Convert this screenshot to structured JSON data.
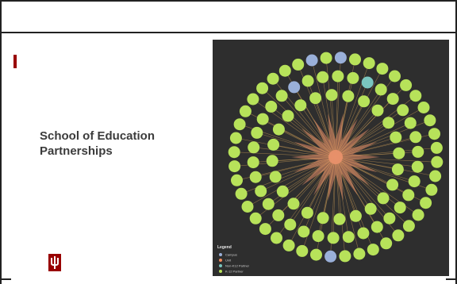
{
  "slide": {
    "title": "School of Education Partnerships"
  },
  "network_image": {
    "legend": {
      "title": "Legend",
      "items": [
        {
          "label": "Campus",
          "color": "#9ab0d9"
        },
        {
          "label": "Unit",
          "color": "#f08a5d"
        },
        {
          "label": "Non-K12 Partner",
          "color": "#7ac6bf"
        },
        {
          "label": "K-12 Partner",
          "color": "#b7e25a"
        }
      ]
    },
    "colors": {
      "background": "#2e2e2e",
      "k12_node": "#b7e25a",
      "campus_node": "#9ab0d9",
      "non_k12_node": "#7ac6bf",
      "hub_fill": "#e8906a",
      "edge": "#c79a55"
    }
  },
  "colors": {
    "accent": "#990000",
    "title_text": "#3c3c3c"
  }
}
